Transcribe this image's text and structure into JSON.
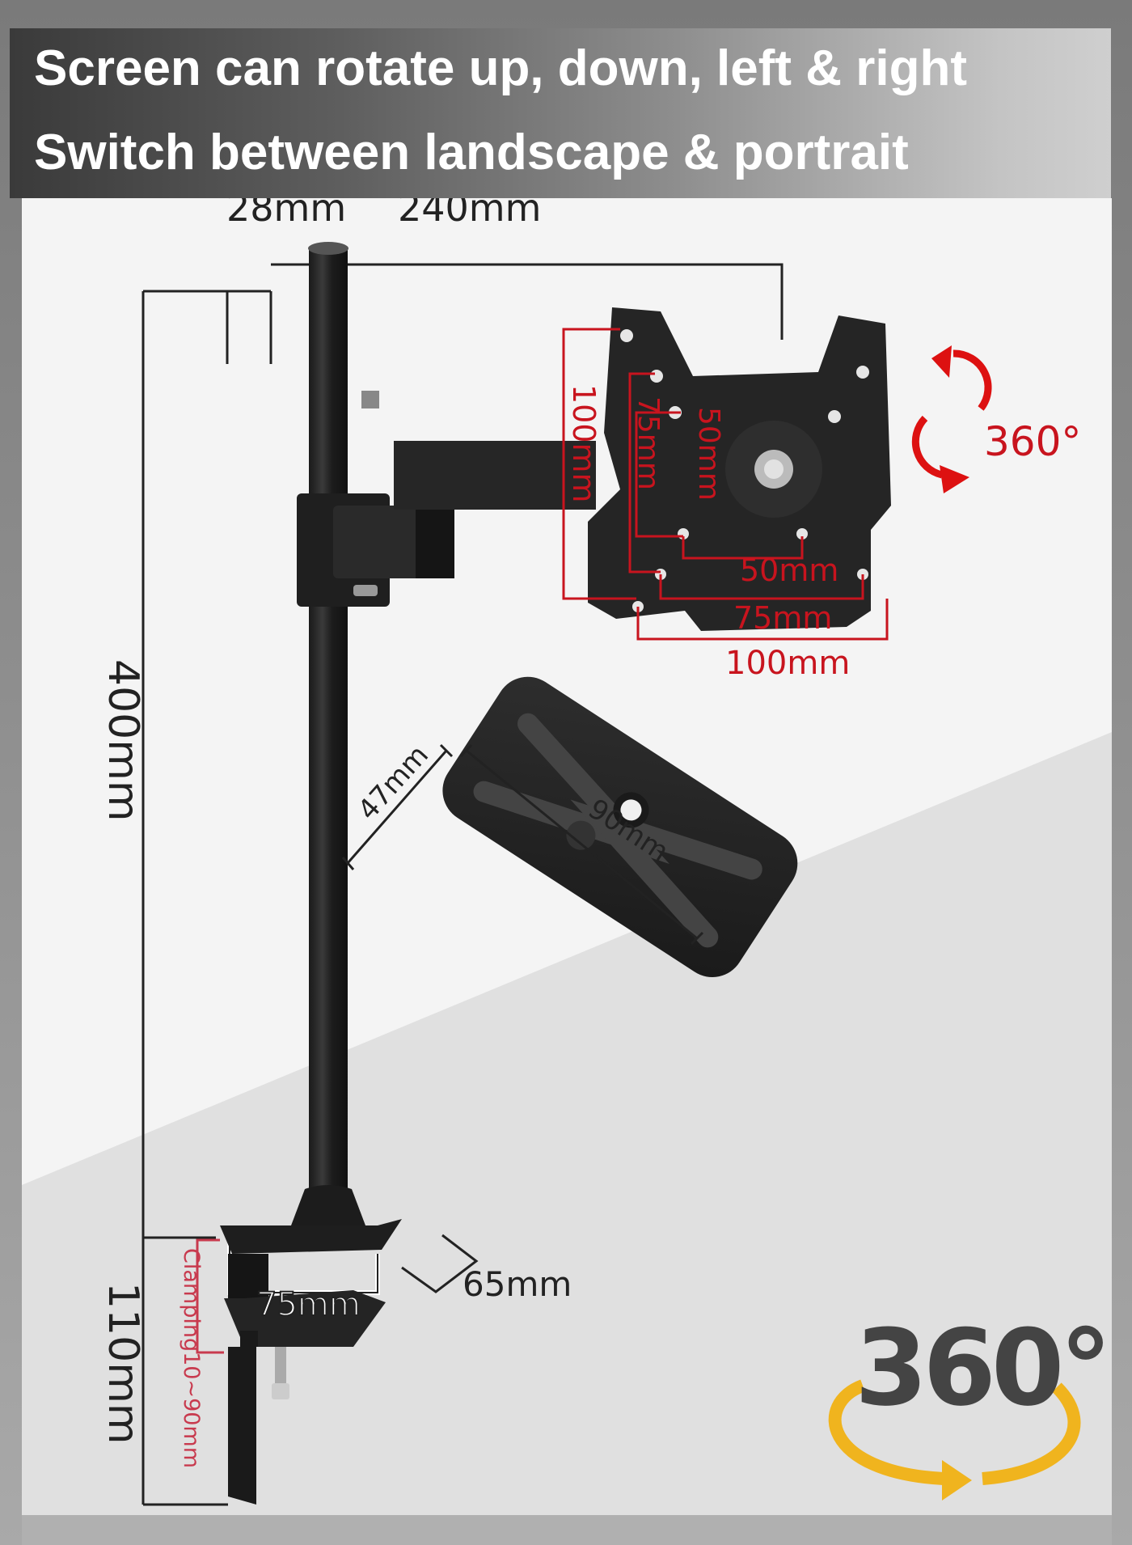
{
  "banner": {
    "line1": "Screen can rotate up, down, left & right",
    "line2": "Switch between landscape & portrait"
  },
  "dimensions": {
    "pole_diameter": "28mm",
    "arm_reach": "240mm",
    "pole_height": "400mm",
    "clamp_height": "110mm",
    "clamping_range": "Clamping10~90mm",
    "clamp_width": "75mm",
    "clamp_depth": "65mm",
    "vesa_vertical": [
      "100mm",
      "75mm",
      "50mm"
    ],
    "vesa_horizontal": [
      "50mm",
      "75mm",
      "100mm"
    ],
    "plate_width": "47mm",
    "plate_length": "90mm"
  },
  "badges": {
    "rotation_small": "360°",
    "rotation_large": "360°"
  },
  "icons": {
    "rotation_small": "red-circular-arrows-icon",
    "rotation_large": "yellow-orbit-arrow-icon"
  },
  "colors": {
    "banner_text": "#ffffff",
    "dimension_line": "#222222",
    "vesa_red": "#c8141e",
    "clamp_red": "#c83a4e",
    "rotation_yellow": "#f0b41e",
    "badge_text": "#444444",
    "metal": "#262626"
  }
}
